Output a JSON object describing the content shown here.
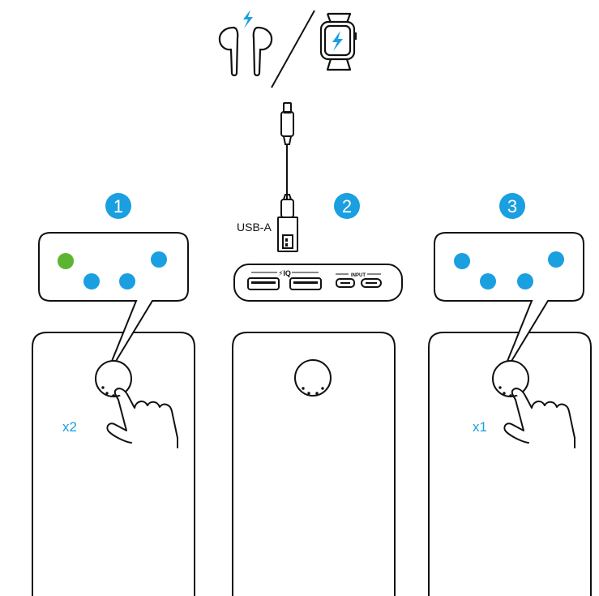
{
  "colors": {
    "accent_blue": "#1a9fe0",
    "status_green": "#5cb531",
    "outline": "#111111",
    "background": "#ffffff"
  },
  "steps": [
    {
      "number": "1",
      "press_label": "x2",
      "indicator_states": [
        "green",
        "blue",
        "blue",
        "blue"
      ]
    },
    {
      "number": "2"
    },
    {
      "number": "3",
      "press_label": "x1",
      "indicator_states": [
        "blue",
        "blue",
        "blue",
        "blue"
      ]
    }
  ],
  "cable": {
    "connector_label": "USB-A"
  },
  "powerbank": {
    "output_label": "⚡IQ",
    "input_label": "INPUT"
  },
  "devices": {
    "icons": [
      "earbuds-charging-icon",
      "smartwatch-charging-icon"
    ]
  }
}
